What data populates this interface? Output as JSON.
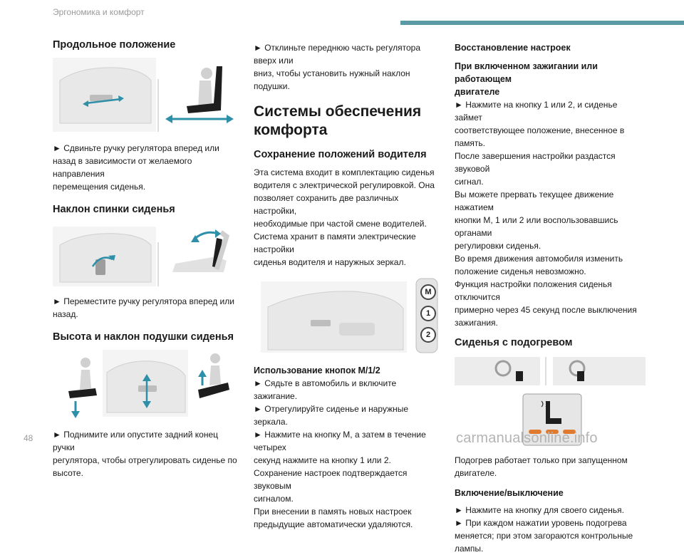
{
  "header": {
    "section": "Эргономика и комфорт",
    "accent_color": "#5a9aa6"
  },
  "page_number": "48",
  "watermark": "carmanualsonline.info",
  "col1": {
    "long_title": "Продольное положение",
    "long_text": [
      "► Сдвиньте ручку регулятора вперед или",
      "назад в зависимости от желаемого направления",
      "перемещения сиденья."
    ],
    "back_title": "Наклон спинки сиденья",
    "back_text": [
      "► Переместите ручку регулятора вперед или",
      "назад."
    ],
    "height_title": "Высота и наклон подушки сиденья",
    "height_text": [
      "► Поднимите или опустите задний конец ручки",
      "регулятора, чтобы отрегулировать сиденье по",
      "высоте."
    ]
  },
  "col2": {
    "intro_text": [
      "► Отклиньте переднюю часть регулятора вверх или",
      "вниз, чтобы установить нужный наклон подушки."
    ],
    "main_title_1": "Системы обеспечения",
    "main_title_2": "комфорта",
    "mem_title": "Сохранение положений водителя",
    "mem_text": [
      "Эта система входит в комплектацию сиденья",
      "водителя с электрической регулировкой. Она",
      "позволяет сохранить две различных настройки,",
      "необходимые при частой смене водителей.",
      "Система хранит в памяти электрические настройки",
      "сиденья водителя и наружных зеркал."
    ],
    "buttons": [
      "M",
      "1",
      "2"
    ],
    "use_title": "Использование кнопок M/1/2",
    "use_text": [
      "► Сядьте в автомобиль и включите зажигание.",
      "► Отрегулируйте сиденье и наружные зеркала.",
      "► Нажмите на кнопку M, а затем в течение четырех",
      "секунд нажмите на кнопку 1 или 2.",
      "Сохранение настроек подтверждается звуковым",
      "сигналом.",
      "При внесении в память новых настроек",
      "предыдущие автоматически удаляются."
    ]
  },
  "col3": {
    "restore_title": "Восстановление настроек",
    "restore_sub_1": "При включенном зажигании или работающем",
    "restore_sub_2": "двигателе",
    "restore_text": [
      "► Нажмите на кнопку 1 или 2, и сиденье займет",
      "соответствующее положение, внесенное в память.",
      "После завершения настройки раздастся звуковой",
      "сигнал.",
      "Вы можете прервать текущее движение нажатием",
      "кнопки M, 1 или 2 или воспользовавшись органами",
      "регулировки сиденья.",
      "Во время движения автомобиля изменить",
      "положение сиденья невозможно.",
      "Функция настройки положения сиденья отключится",
      "примерно через 45 секунд после выключения",
      "зажигания."
    ],
    "heated_title": "Сиденья с подогревом",
    "heated_text": [
      "Подогрев работает только при запущенном",
      "двигателе."
    ],
    "onoff_title": "Включение/выключение",
    "onoff_text": [
      "► Нажмите на кнопку для своего сиденья.",
      "► При каждом нажатии уровень подогрева",
      "меняется; при этом загораются контрольные лампы."
    ],
    "led_color": "#e07a2e"
  }
}
